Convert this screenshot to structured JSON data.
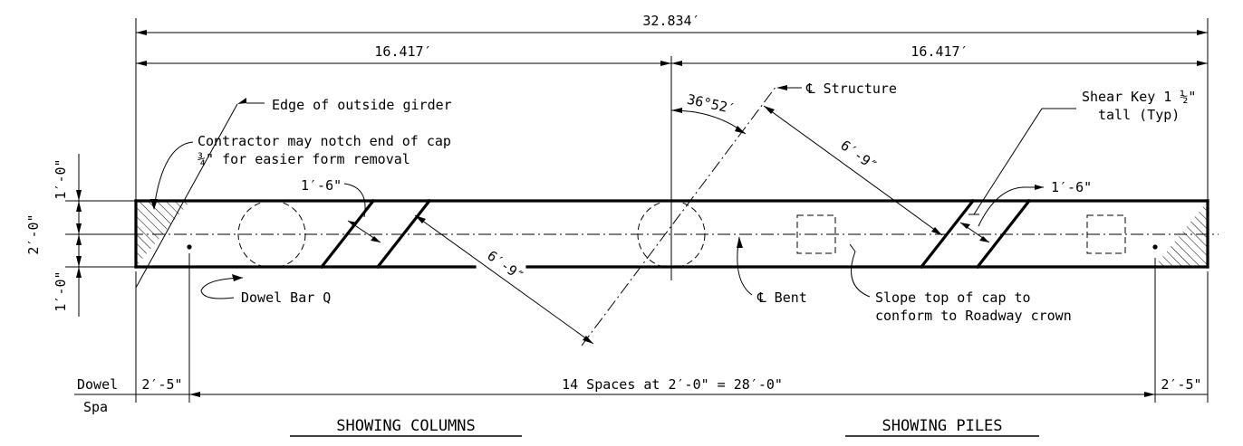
{
  "dimensions": {
    "overall": "32.834′",
    "left_half": "16.417′",
    "right_half": "16.417′",
    "skew_angle": "36°52′",
    "skew_len_upper": "6′-9″",
    "skew_len_lower": "6′-9″",
    "offset_left": "1′-6\"",
    "offset_right": "1′-6\"",
    "depth_total": "2′-0\"",
    "depth_top": "1′-0\"",
    "depth_bottom": "1′-0\"",
    "dowel_left": "2′-5\"",
    "dowel_right": "2′-5\"",
    "spacing": "14 Spaces at 2′-0\" = 28′-0\""
  },
  "notes": {
    "girder": "Edge of outside girder",
    "notch_line1": "Contractor may notch end of cap",
    "notch_line2": "¾\" for easier form removal",
    "structure": "℄ Structure",
    "shear_key_line1": "Shear Key 1 ½\"",
    "shear_key_line2": "tall (Typ)",
    "dowel_bar": "Dowel Bar Q",
    "bent": "℄ Bent",
    "slope_line1": "Slope top of cap to",
    "slope_line2": "conform to Roadway crown"
  },
  "labels": {
    "dowel": "Dowel",
    "spa": "Spa",
    "columns_title": "SHOWING COLUMNS",
    "piles_title": "SHOWING PILES"
  }
}
